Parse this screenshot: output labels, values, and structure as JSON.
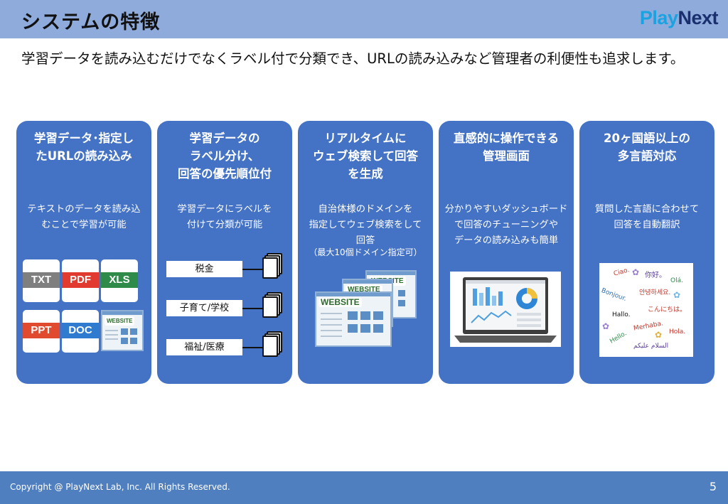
{
  "header": {
    "title": "システムの特徴",
    "logo": {
      "part1": "Play",
      "part2": "Next"
    }
  },
  "subtitle": "学習データを読み込むだけでなくラベル付で分類でき、URLの読み込みなど管理者の利便性も追求します。",
  "cards": [
    {
      "title": "学習データ･指定し\nたURLの読み込み",
      "description": "テキストのデータを読み込\nむことで学習が可能",
      "files": [
        "TXT",
        "PDF",
        "XLS",
        "PPT",
        "DOC"
      ],
      "website_label": "WEBSITE"
    },
    {
      "title": "学習データの\nラベル分け、\n回答の優先順位付",
      "description": "学習データにラベルを\n付けて分類が可能",
      "labels": [
        "税金",
        "子育て/学校",
        "福祉/医療"
      ]
    },
    {
      "title": "リアルタイムに\nウェブ検索して回答\nを生成",
      "description": "自治体様のドメインを\n指定してウェブ検索をして\n回答",
      "note": "（最大10個ドメイン指定可）",
      "website_label": "WEBSITE"
    },
    {
      "title": "直感的に操作できる\n管理画面",
      "description": "分かりやすいダッシュボード\nで回答のチューニングや\nデータの読み込みも簡単"
    },
    {
      "title": "20ヶ国語以上の\n多言語対応",
      "description": "質問した言語に合わせて\n回答を自動翻訳",
      "greetings": [
        "Ciao.",
        "你好。",
        "Olá.",
        "안녕하세요.",
        "Bonjour.",
        "こんにちは。",
        "Hallo.",
        "Merhaba.",
        "Hello.",
        "Hola.",
        "السلام عليكم"
      ]
    }
  ],
  "colors": {
    "title_bar": "#8eabdc",
    "card": "#4472c4",
    "footer": "#4f7fbf",
    "txt": "#7f7f7f",
    "pdf": "#e03b2e",
    "xls": "#2e8b4a",
    "ppt": "#e04a2e",
    "doc": "#2e7bd0"
  },
  "footer": {
    "copyright": "Copyright @ PlayNext Lab, Inc. All Rights Reserved.",
    "page_number": "5"
  }
}
